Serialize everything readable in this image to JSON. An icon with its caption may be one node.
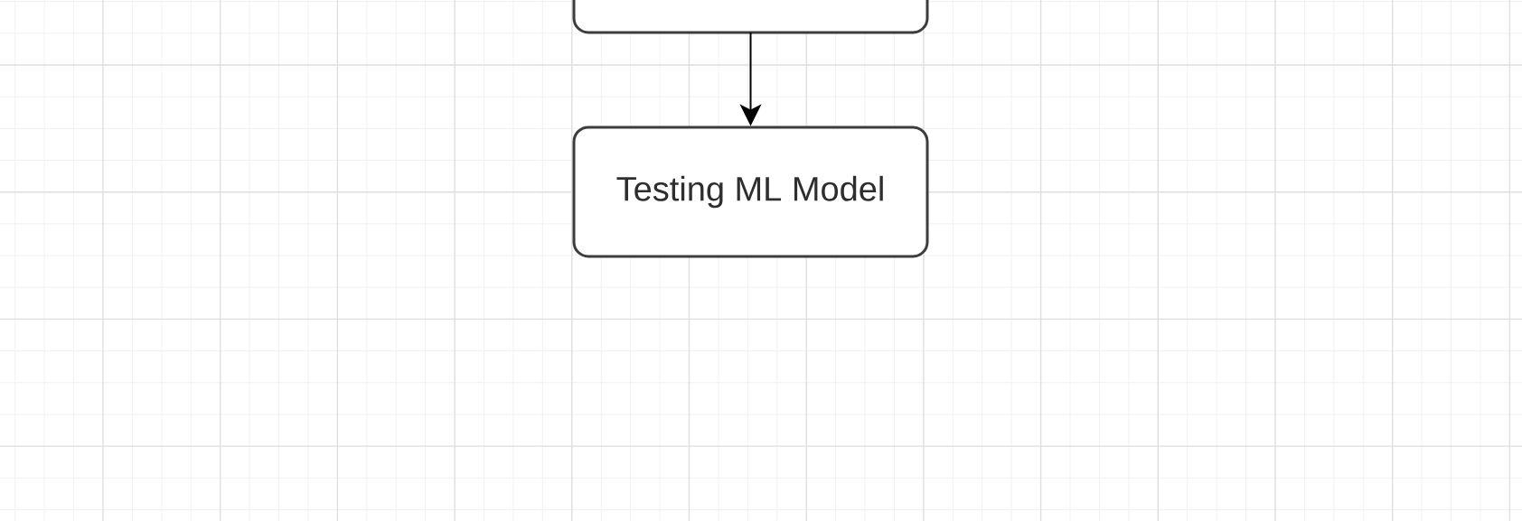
{
  "diagram": {
    "nodes": [
      {
        "text": [],
        "shape": "box"
      },
      {
        "text": [
          "Testing ML Model"
        ]
      }
    ],
    "edges": [
      {
        "from": 0,
        "to": 1,
        "arrow": "to"
      }
    ]
  }
}
